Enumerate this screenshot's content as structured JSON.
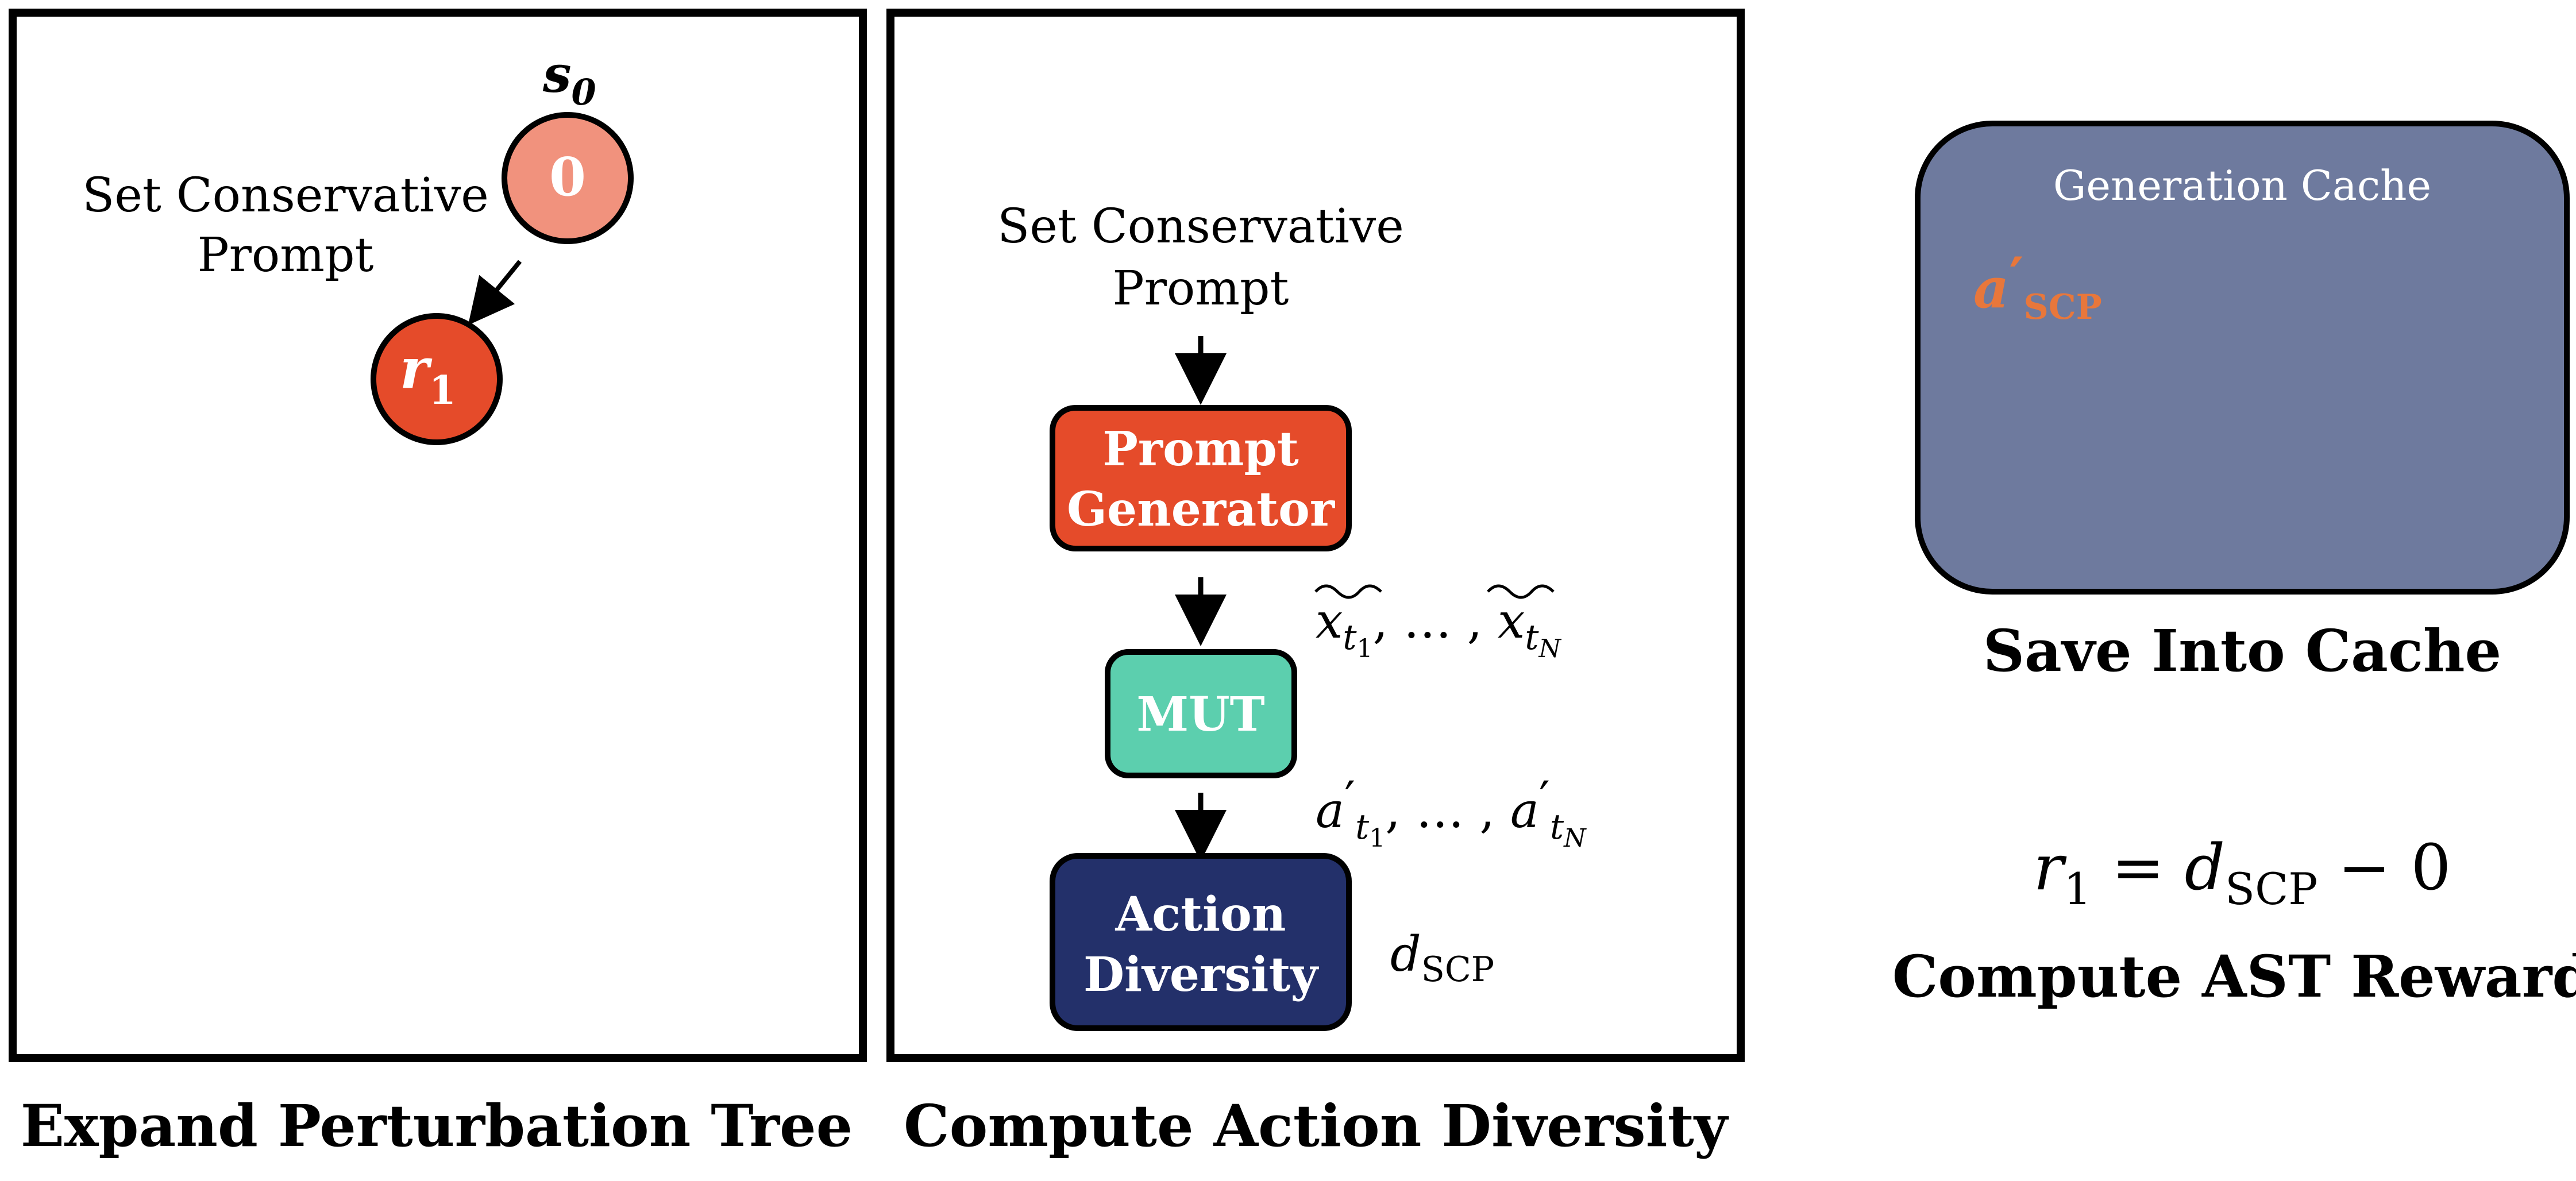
{
  "panels": {
    "left": {
      "caption": "Expand Perturbation Tree",
      "state_label": {
        "base": "s",
        "sub": "0"
      },
      "root_node_text": "0",
      "child_node": {
        "base": "r",
        "sub": "1"
      },
      "edge_label_line1": "Set Conservative",
      "edge_label_line2": "Prompt"
    },
    "middle": {
      "caption": "Compute Action Diversity",
      "input_line1": "Set Conservative",
      "input_line2": "Prompt",
      "prompt_generator_line1": "Prompt",
      "prompt_generator_line2": "Generator",
      "mut_label": "MUT",
      "action_diversity_line1": "Action",
      "action_diversity_line2": "Diversity",
      "prompts_annotation": {
        "x": "x",
        "sub_first": "1",
        "sub_last": "N",
        "sep": ", … , "
      },
      "actions_annotation": {
        "a": "a",
        "prime": "′",
        "sub_first": "1",
        "sub_last": "N",
        "sep": ", … , "
      },
      "diversity_annotation": {
        "d": "d",
        "sub": "SCP"
      }
    },
    "right": {
      "cache_title": "Generation Cache",
      "cache_item": {
        "a": "a",
        "prime": "′",
        "sub": "SCP"
      },
      "cache_caption": "Save Into Cache",
      "reward_equation": {
        "r": "r",
        "r_sub": "1",
        "eq": " = ",
        "d": "d",
        "d_sub": "SCP",
        "tail": " − 0"
      },
      "reward_caption": "Compute AST Reward"
    }
  },
  "colors": {
    "root_node": "#f1927d",
    "child_node": "#e54b2a",
    "prompt_generator": "#e54b2a",
    "mut": "#5ccfae",
    "action_diversity": "#23306a",
    "cache_fill": "#6e7a9e",
    "cache_item": "#e8773b"
  }
}
